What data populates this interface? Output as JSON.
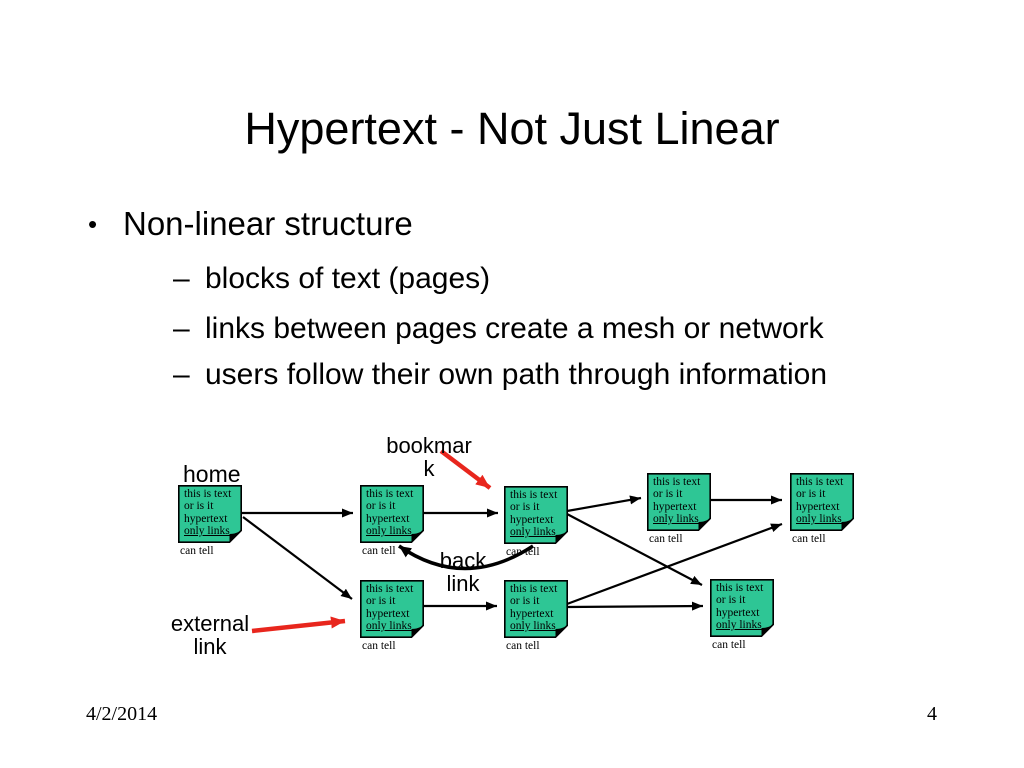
{
  "slide": {
    "title": "Hypertext - Not Just Linear",
    "bullet": {
      "marker": "•",
      "text": "Non-linear structure",
      "sub_marker": "–",
      "sub_items": [
        "blocks of text (pages)",
        "links between pages create a mesh or network",
        "users follow their own path through information"
      ]
    },
    "footer": {
      "date": "4/2/2014",
      "page_number": "4"
    }
  },
  "diagram": {
    "page_lines": [
      "this is text",
      "or is it",
      "hypertext",
      "only links"
    ],
    "page_caption": "can tell",
    "labels": {
      "home": "home",
      "bookmark": [
        "bookmar",
        "k"
      ],
      "back_link": [
        "back",
        "link"
      ],
      "external_link": [
        "external",
        "link"
      ]
    },
    "colors": {
      "page_fill": "#2EC695",
      "arrow": "#000000",
      "highlight_arrow": "#E8261D"
    }
  }
}
